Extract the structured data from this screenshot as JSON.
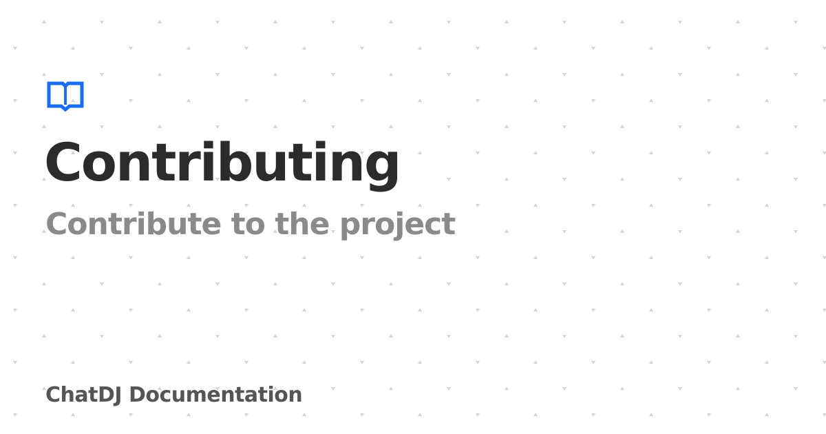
{
  "card": {
    "title": "Contributing",
    "subtitle": "Contribute to the project",
    "site_name": "ChatDJ Documentation",
    "logo_icon": "book-icon"
  },
  "colors": {
    "accent": "#1a6cf0",
    "title": "#2b2b2b",
    "subtitle": "#8a8a8a",
    "footer": "#555555",
    "pattern": "#d4d4d4",
    "background": "#ffffff"
  }
}
